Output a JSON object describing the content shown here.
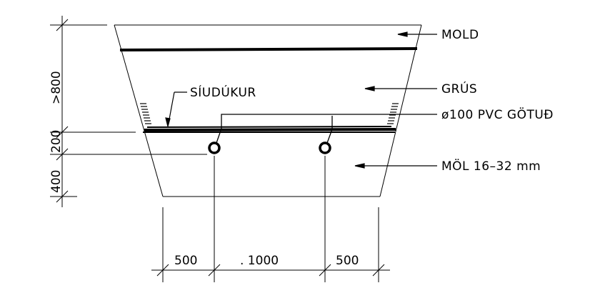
{
  "labels": {
    "mold": "MOLD",
    "grus": "GRÚS",
    "pipes": "ø100 PVC GÖTUÐ",
    "mol": "MÖL 16–32 mm",
    "siudukur": "SÍUDÚKUR"
  },
  "dimensions": {
    "vertical": [
      "400",
      "200",
      ">800"
    ],
    "horizontal": [
      "500",
      ". 1000",
      "500"
    ]
  }
}
